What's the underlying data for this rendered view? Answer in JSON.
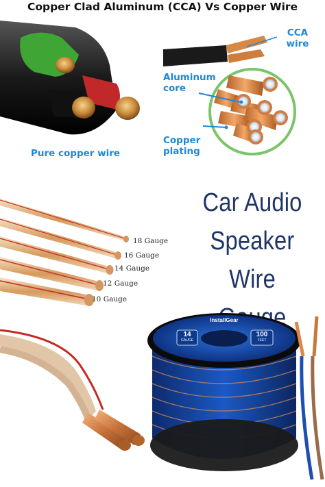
{
  "header": {
    "title": "Copper Clad Aluminum (CCA) Vs Copper Wire"
  },
  "cca_panel": {
    "pure_copper_label": "Pure copper wire",
    "cca_label": "CCA wire",
    "aluminum_core_label": "Aluminum core",
    "copper_plating_label": "Copper plating"
  },
  "heading": {
    "line1": "Car Audio",
    "line2": "Speaker Wire",
    "line3": "Gauge Guide"
  },
  "gauges": [
    "18 Gauge",
    "16 Gauge",
    "14 Gauge",
    "12 Gauge",
    "10 Gauge"
  ],
  "spool": {
    "brand": "InstallGear",
    "gauge_number": "14",
    "gauge_word": "GAUGE",
    "length_number": "100",
    "length_unit": "FEET"
  },
  "colors": {
    "accent_blue": "#1e88d6",
    "heading_navy": "#1f3567",
    "copper": "#d27a3a",
    "circle_green": "#7cc36a",
    "spool_blue": "#1565c0"
  }
}
